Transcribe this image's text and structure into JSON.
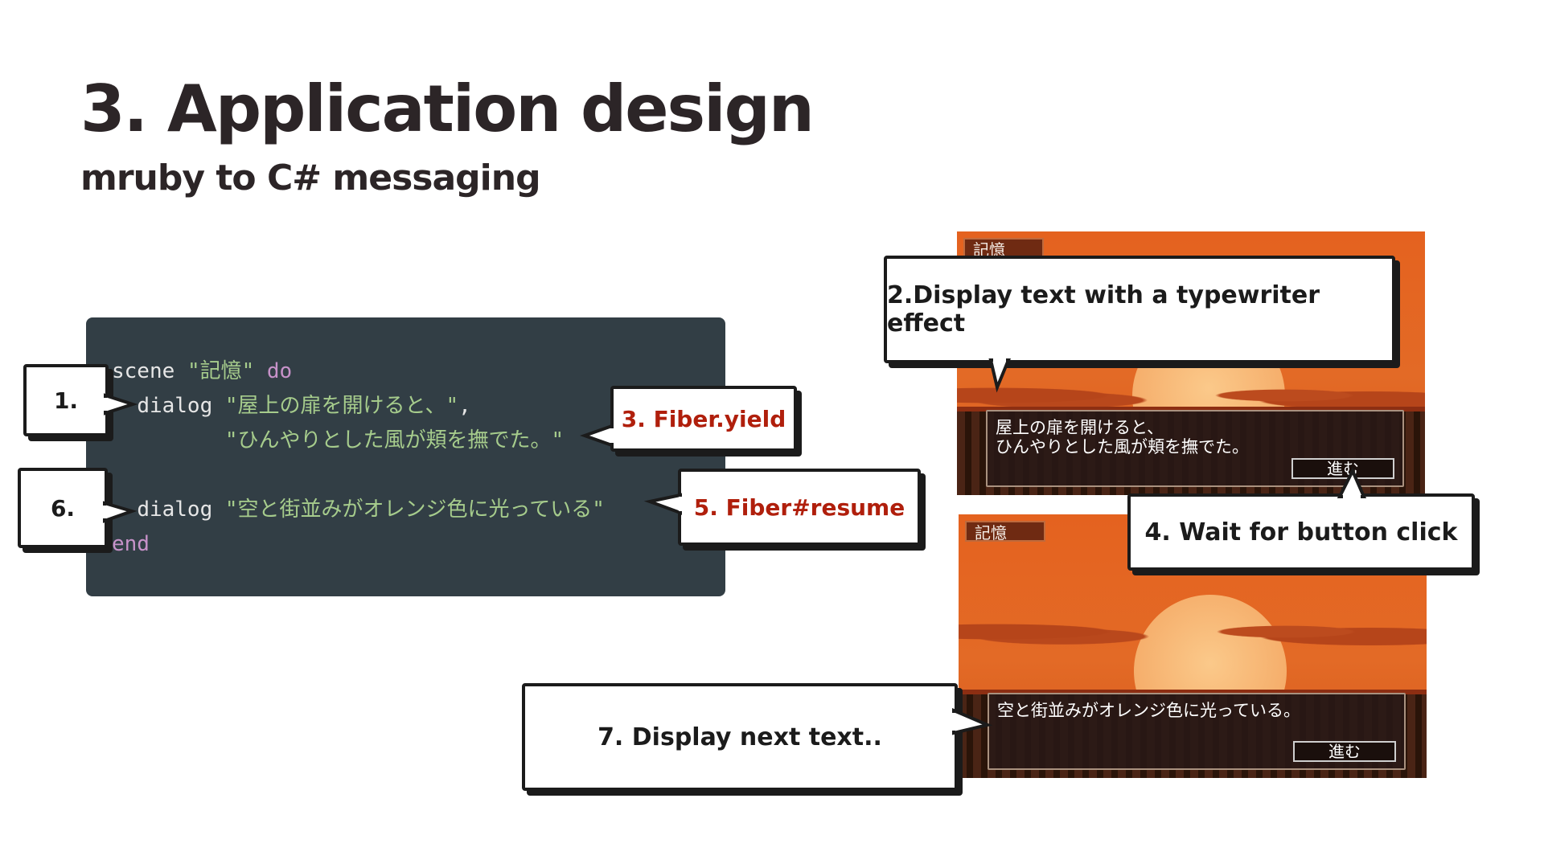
{
  "title": "3. Application design",
  "subtitle": "mruby  to C# messaging",
  "code": {
    "line1": {
      "kw1": "scene",
      "str": "\"記憶\"",
      "kw2": "do"
    },
    "line2": {
      "kw": "dialog",
      "str": "\"屋上の扉を開けると、\"",
      "punct": ","
    },
    "line3": {
      "str": "\"ひんやりとした風が頬を撫でた。\""
    },
    "line4": {
      "kw": "dialog",
      "str": "\"空と街並みがオレンジ色に光っている\""
    },
    "line5": {
      "kw": "end"
    }
  },
  "callouts": {
    "step1": "1.",
    "step2": "2.Display text with a typewriter effect",
    "step3": "3. Fiber.yield",
    "step4": "4. Wait for button click",
    "step5": "5. Fiber#resume",
    "step6": "6.",
    "step7": "7. Display next text.."
  },
  "game1": {
    "tag": "記憶",
    "text": "屋上の扉を開けると、\nひんやりとした風が頬を撫でた。",
    "button": "進む"
  },
  "game2": {
    "tag": "記憶",
    "text": "空と街並みがオレンジ色に光っている。",
    "button": "進む"
  },
  "colors": {
    "code_bg": "#323e45",
    "keyword": "#c792c9",
    "string": "#a6cc8c",
    "accent_red": "#b01f0c",
    "sky_orange": "#e4621f"
  }
}
